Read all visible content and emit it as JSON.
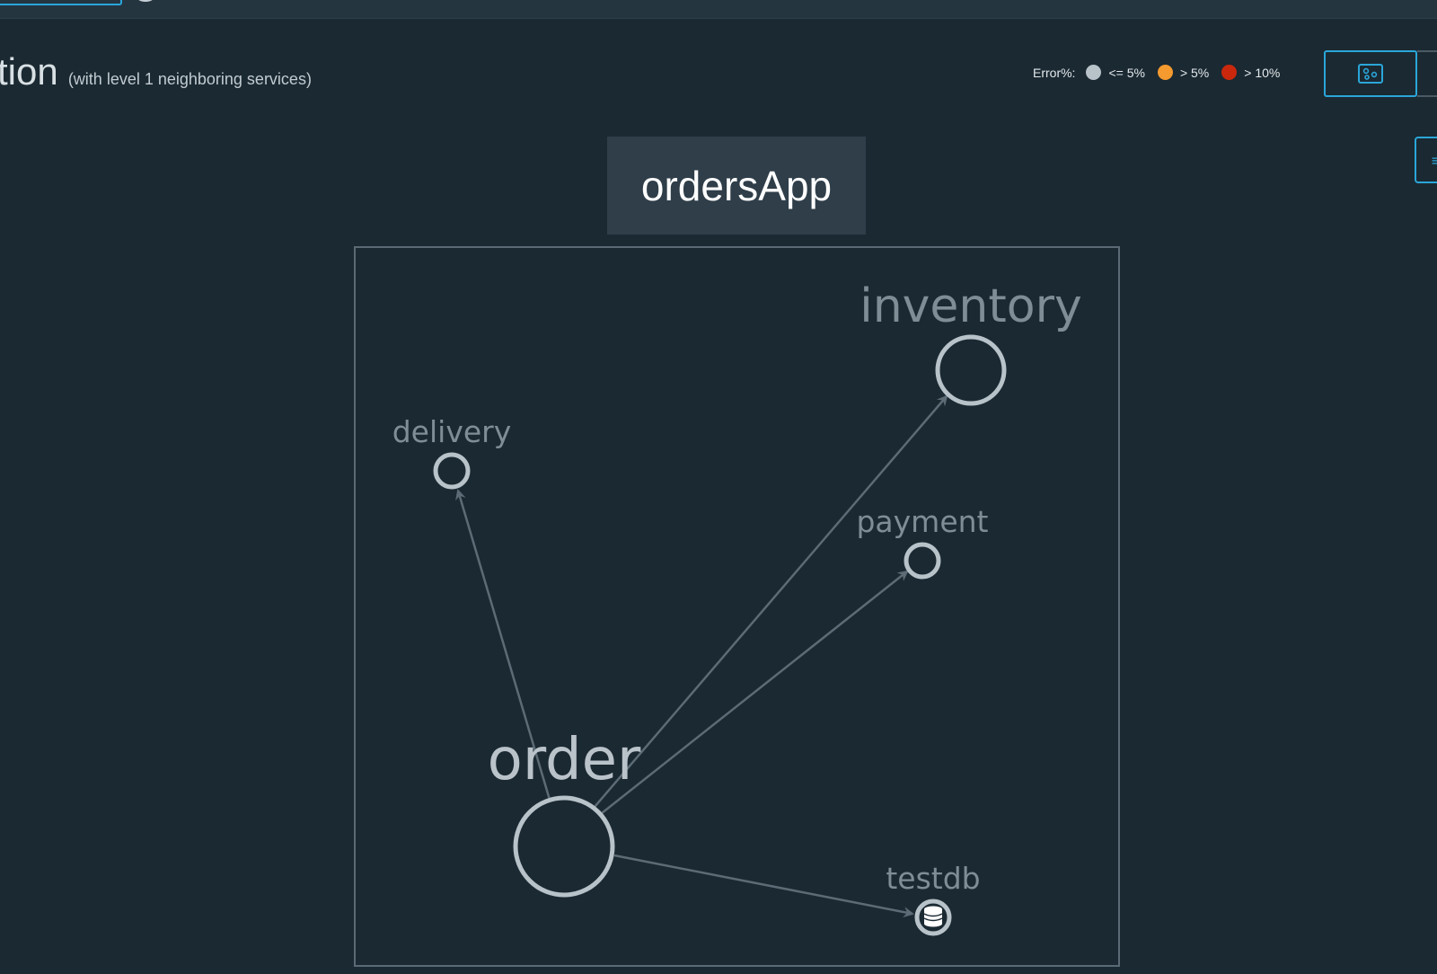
{
  "header": {
    "title": "tion",
    "subtitle": "(with level 1 neighboring services)"
  },
  "legend": {
    "label": "Error%:",
    "items": [
      {
        "label": "<= 5%",
        "color": "#b7c2c9"
      },
      {
        "label": "> 5%",
        "color": "#f59a2f"
      },
      {
        "label": "> 10%",
        "color": "#c9280d"
      }
    ]
  },
  "view_toggle": {
    "icon": "topology-graph-icon"
  },
  "app": {
    "name": "ordersApp"
  },
  "graph": {
    "nodes": [
      {
        "id": "inventory",
        "label": "inventory",
        "type": "service",
        "size": "large"
      },
      {
        "id": "delivery",
        "label": "delivery",
        "type": "service",
        "size": "small"
      },
      {
        "id": "payment",
        "label": "payment",
        "type": "service",
        "size": "small"
      },
      {
        "id": "order",
        "label": "order",
        "type": "service",
        "size": "xlarge"
      },
      {
        "id": "testdb",
        "label": "testdb",
        "type": "database",
        "size": "small"
      }
    ],
    "edges": [
      {
        "from": "order",
        "to": "delivery"
      },
      {
        "from": "order",
        "to": "inventory"
      },
      {
        "from": "order",
        "to": "payment"
      },
      {
        "from": "order",
        "to": "testdb"
      }
    ],
    "colors": {
      "node_stroke": "#b7c2c9",
      "edge": "#5c6b75",
      "label": "#7f8d96"
    }
  }
}
